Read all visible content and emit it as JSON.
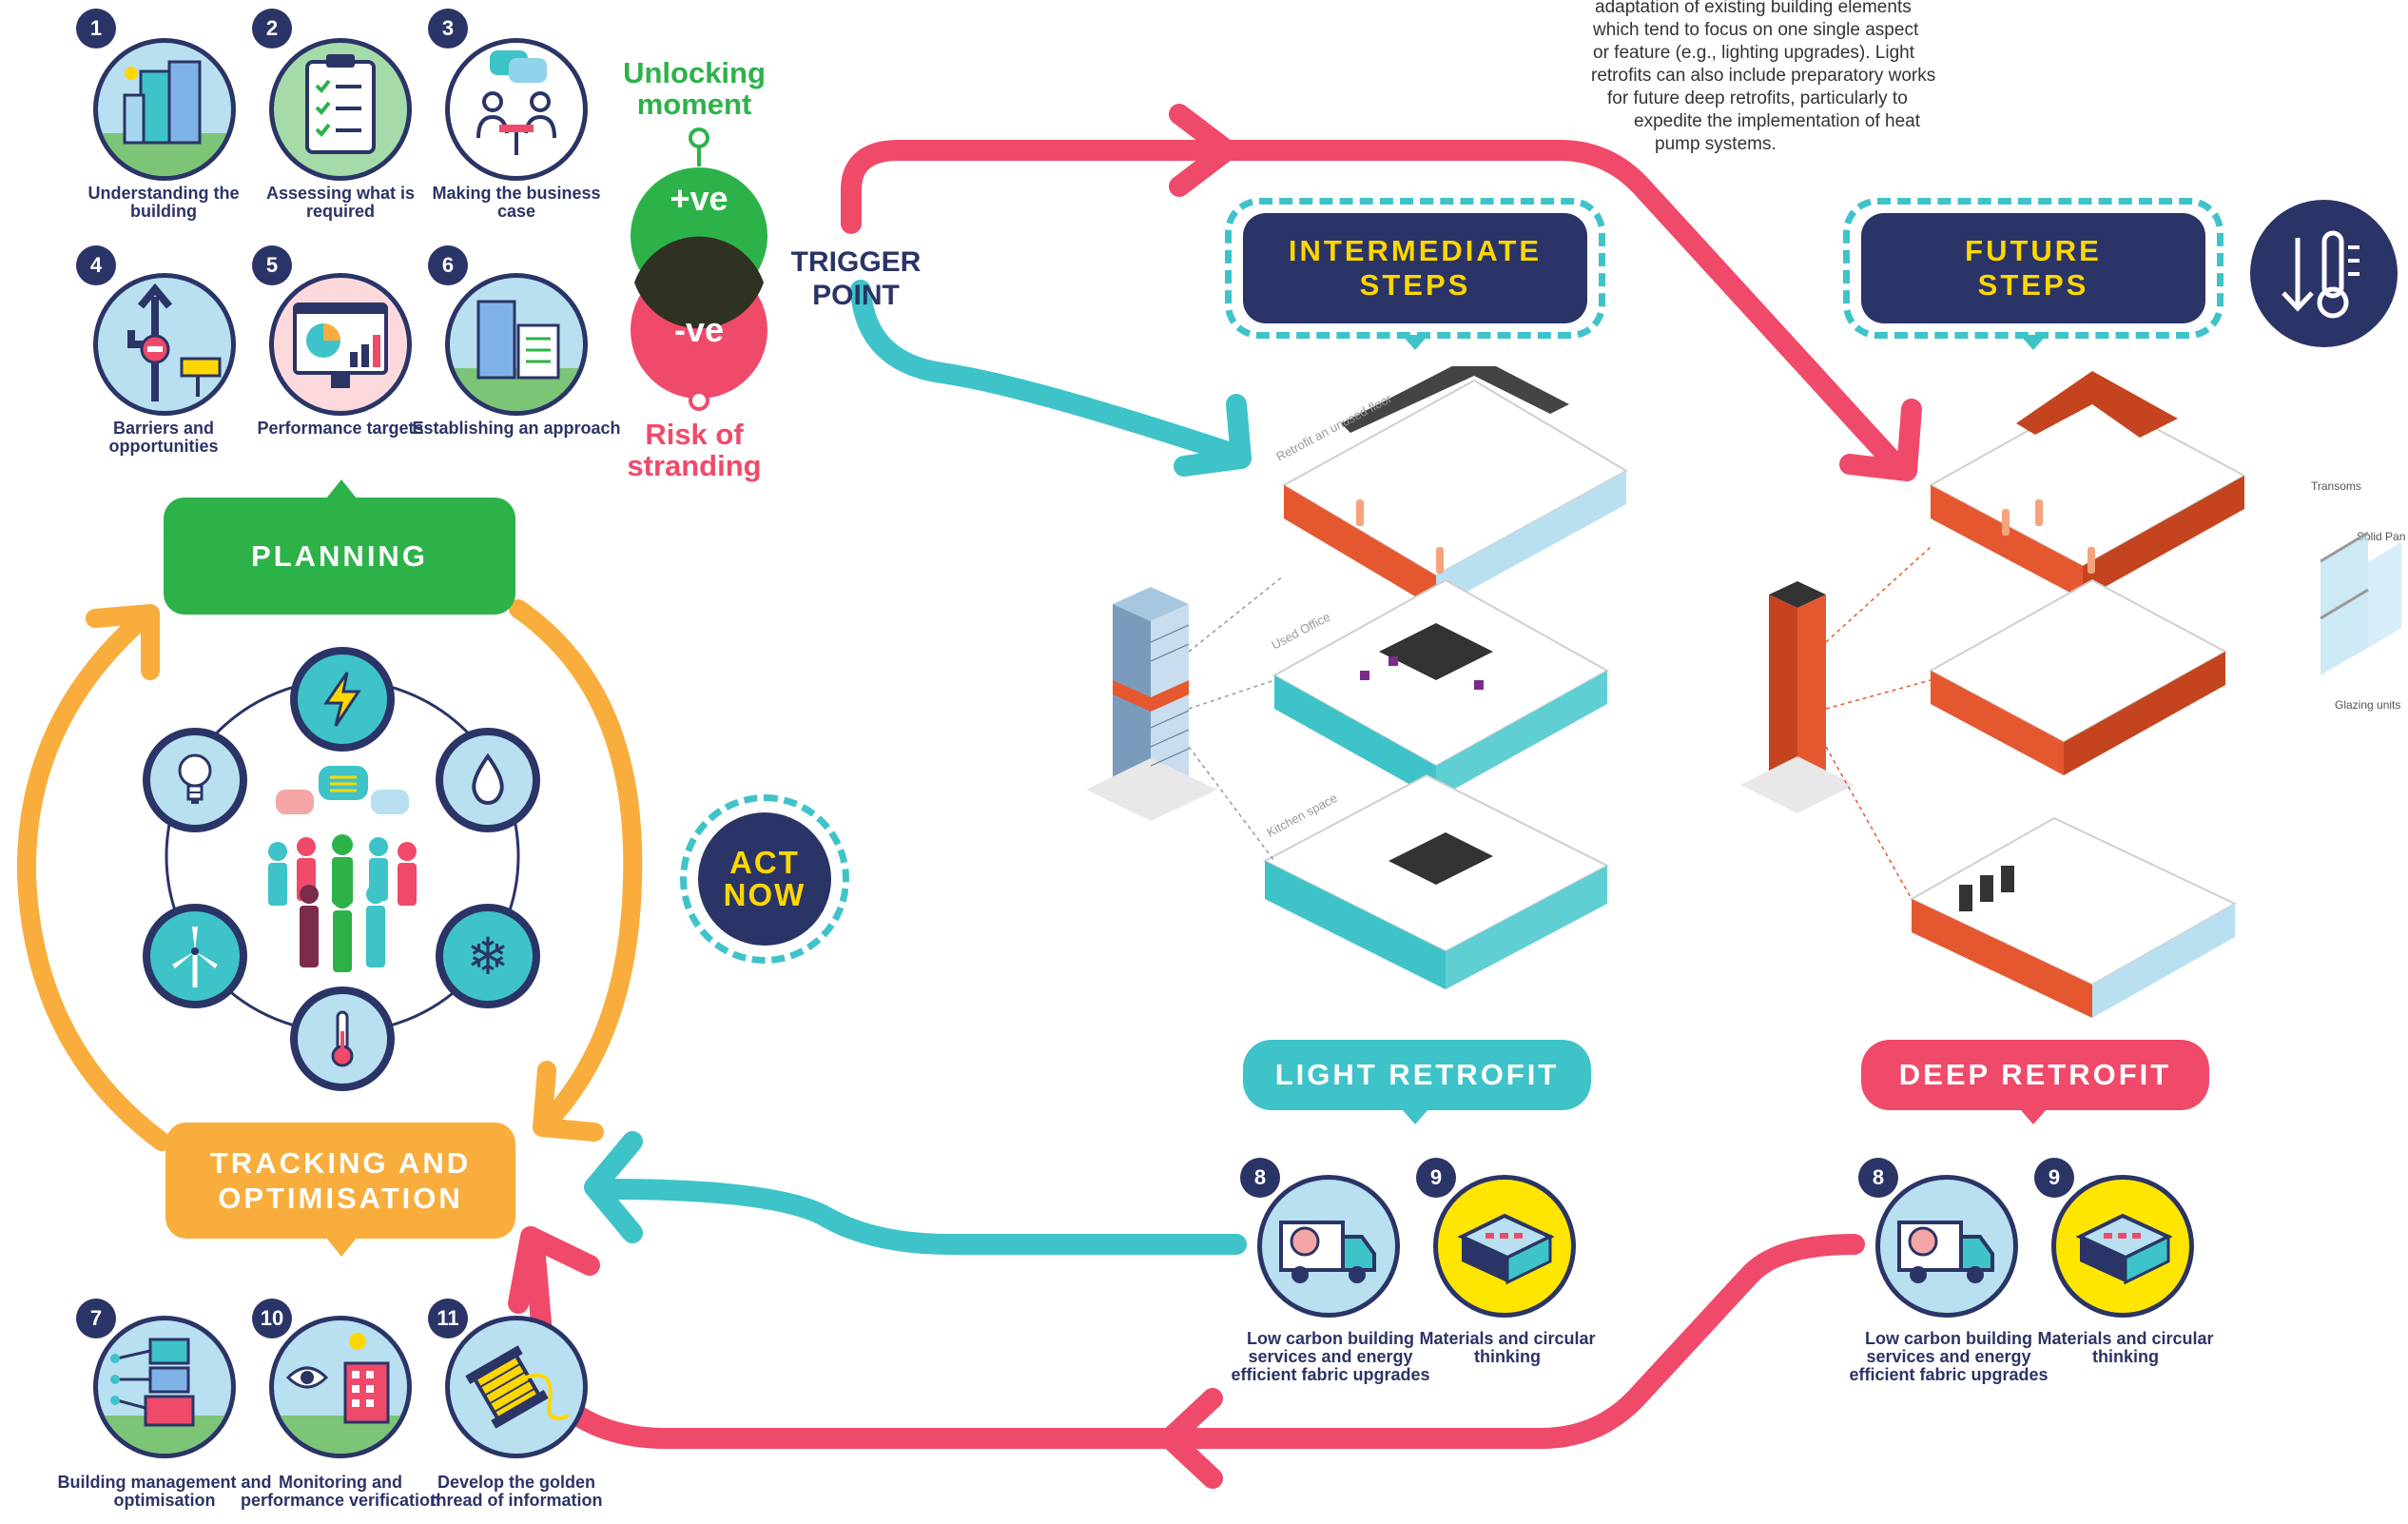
{
  "intro_text": {
    "lines": [
      "adaptation of existing building elements",
      "which tend to focus on one single aspect",
      "or feature (e.g., lighting upgrades). Light",
      "retrofits can also include preparatory works",
      "for future deep retrofits, particularly to",
      "expedite the implementation of heat",
      "pump systems."
    ]
  },
  "planning_steps": [
    {
      "num": "1",
      "label": "Understanding the building",
      "icon": "building-icon"
    },
    {
      "num": "2",
      "label": "Assessing what is required",
      "icon": "clipboard-checklist-icon"
    },
    {
      "num": "3",
      "label": "Making the business case",
      "icon": "meeting-people-icon"
    },
    {
      "num": "4",
      "label": "Barriers and opportunities",
      "icon": "road-sign-icon"
    },
    {
      "num": "5",
      "label": "Performance targets",
      "icon": "dashboard-chart-icon"
    },
    {
      "num": "6",
      "label": "Establishing an approach",
      "icon": "building-checklist-icon"
    }
  ],
  "tracking_steps": [
    {
      "num": "7",
      "label": "Building management and optimisation",
      "icon": "building-network-icon"
    },
    {
      "num": "10",
      "label": "Monitoring and performance verification",
      "icon": "eye-building-icon"
    },
    {
      "num": "11",
      "label": "Develop the golden thread of information",
      "icon": "thread-spool-icon"
    }
  ],
  "cycle": {
    "planning_label": "PLANNING",
    "tracking_label": "TRACKING AND OPTIMISATION",
    "act_now_label": "ACT NOW",
    "hub_icons": [
      "lightning-icon",
      "water-drop-icon",
      "snowflake-icon",
      "thermometer-icon",
      "wind-turbine-icon",
      "lightbulb-icon"
    ],
    "center_icon": "stakeholders-group-icon"
  },
  "trigger": {
    "unlocking_label": "Unlocking moment",
    "positive_label": "+ve",
    "negative_label": "-ve",
    "risk_label": "Risk of stranding",
    "trigger_label": "TRIGGER POINT"
  },
  "intermediate": {
    "heading": "INTERMEDIATE STEPS",
    "floor_labels": [
      "Retrofit an unused floor",
      "Used Office",
      "Kitchen space"
    ],
    "badge": "LIGHT RETROFIT",
    "steps": [
      {
        "num": "8",
        "label": "Low carbon building services and energy efficient fabric upgrades",
        "icon": "delivery-truck-icon"
      },
      {
        "num": "9",
        "label": "Materials and circular thinking",
        "icon": "recycled-material-icon"
      }
    ]
  },
  "future": {
    "heading": "FUTURE STEPS",
    "side_icon": "thermometer-down-icon",
    "glazing_labels": [
      "Transoms",
      "Solid Pan",
      "Glazing units"
    ],
    "badge": "DEEP RETROFIT",
    "steps": [
      {
        "num": "8",
        "label": "Low carbon building services and energy efficient fabric upgrades",
        "icon": "delivery-truck-icon"
      },
      {
        "num": "9",
        "label": "Materials and circular thinking",
        "icon": "recycled-material-icon"
      }
    ]
  },
  "colors": {
    "navy": "#2b3466",
    "green": "#2db24a",
    "red": "#ef4a6a",
    "teal": "#3ec3c9",
    "orange": "#f8ad3c",
    "yellow": "#ffd700",
    "brick": "#e5582f"
  }
}
